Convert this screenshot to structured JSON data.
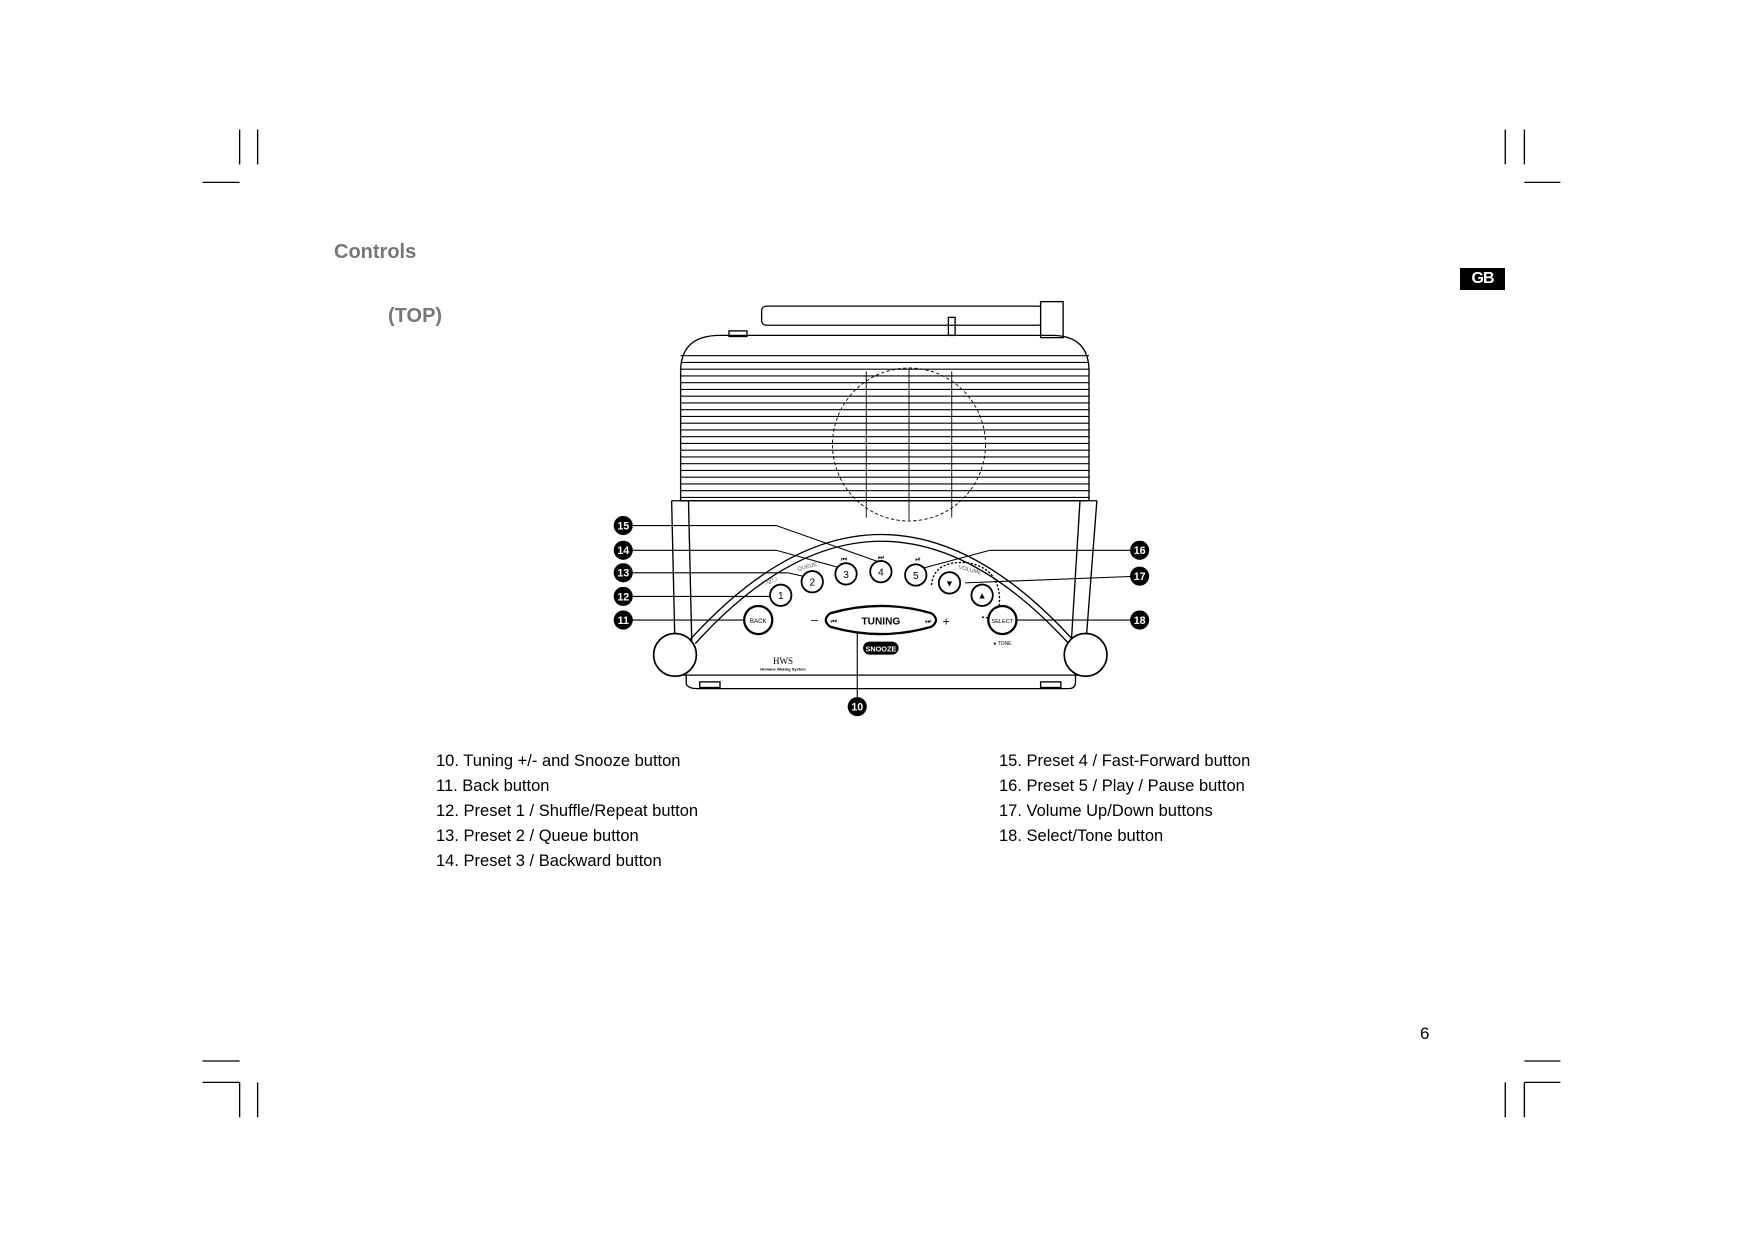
{
  "section_title": "Controls",
  "view_label": "(TOP)",
  "language_badge": "GB",
  "page_number": "6",
  "diagram": {
    "buttons": {
      "preset1": "1",
      "preset2": "2",
      "preset3": "3",
      "preset4": "4",
      "preset5": "5",
      "back": "BACK",
      "select": "SELECT",
      "tuning": "TUNING",
      "snooze": "SNOOZE",
      "minus": "–",
      "plus": "+",
      "queue": "QUEUE",
      "volume": "VOLUME",
      "tone": "● TONE",
      "shuffle_repeat": "⤨/↻",
      "prev": "⏮",
      "next": "⏭",
      "play_pause": "⏯",
      "vol_down": "▼",
      "vol_up": "▲"
    },
    "brand": "HWS",
    "brand_sub": "Humane Waking System",
    "callouts": [
      "10",
      "11",
      "12",
      "13",
      "14",
      "15",
      "16",
      "17",
      "18"
    ]
  },
  "legend_left": [
    "10.  Tuning +/- and Snooze button",
    "11.  Back button",
    "12.  Preset 1 / Shuffle/Repeat button",
    "13.  Preset 2 / Queue button",
    "14.  Preset 3 / Backward button"
  ],
  "legend_right": [
    "15.  Preset 4 / Fast-Forward button",
    "16.  Preset 5 / Play / Pause button",
    "17.  Volume Up/Down buttons",
    "18.  Select/Tone button"
  ]
}
